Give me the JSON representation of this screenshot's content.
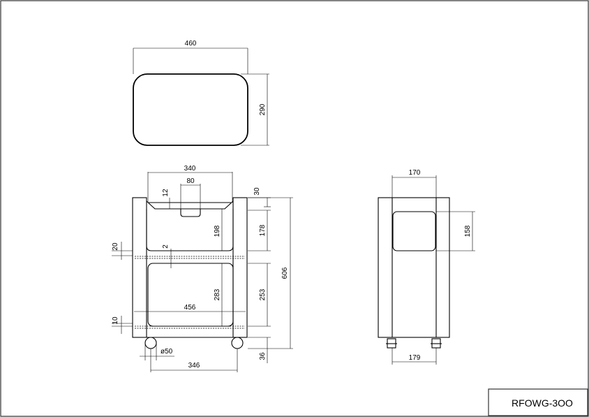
{
  "title_block": {
    "model": "RFOWG-3OO"
  },
  "dimensions": {
    "top_width": "460",
    "top_depth": "290",
    "handle_span": "340",
    "handle_cutout": "80",
    "handle_depth": "12",
    "top_rim": "30",
    "upper_opening": "198",
    "upper_shelf_gap": "178",
    "shelf_thickness_upper": "20",
    "shelf_gap_small": "2",
    "total_height": "606",
    "lower_opening": "283",
    "lower_shelf_gap": "253",
    "inner_width": "456",
    "shelf_thickness_lower": "10",
    "caster_diameter": "ø50",
    "caster_span": "346",
    "caster_height": "36",
    "side_width": "170",
    "side_window_height": "158",
    "side_caster_span": "179"
  }
}
